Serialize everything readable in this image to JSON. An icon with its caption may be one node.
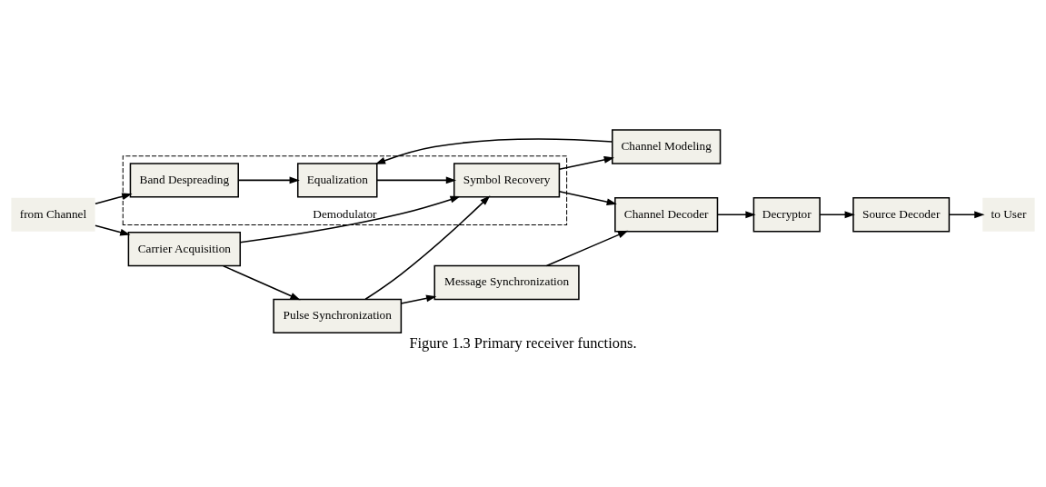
{
  "diagram": {
    "caption": "Figure 1.3 Primary receiver functions.",
    "nodes": [
      {
        "text": [
          "Channel Modeling"
        ]
      },
      {
        "text": [
          "from Channel"
        ]
      },
      {
        "text": [
          "Demodulator"
        ]
      },
      {
        "text": [
          "Band Despreading"
        ],
        "in": 2
      },
      {
        "text": [
          "Equalization"
        ],
        "in": 2
      },
      {
        "text": [
          "Symbol Recovery"
        ],
        "in": 2
      },
      {
        "text": [
          "Channel Decoder"
        ]
      },
      {
        "text": [
          "Decryptor"
        ]
      },
      {
        "text": [
          "Source Decoder"
        ]
      },
      {
        "text": [
          "to User"
        ]
      },
      {
        "text": [
          "Carrier Acquisition"
        ]
      },
      {
        "text": [
          "Pulse Synchronization"
        ]
      },
      {
        "text": [
          "Message Synchronization"
        ]
      }
    ],
    "edges": [
      {
        "from": 1,
        "to": 3,
        "arrow": "to"
      },
      {
        "from": 3,
        "to": 4,
        "arrow": "to"
      },
      {
        "from": 4,
        "to": 5,
        "arrow": "to"
      },
      {
        "from": 5,
        "to": 0,
        "arrow": "to"
      },
      {
        "from": 0,
        "to": 4,
        "arrow": "to"
      },
      {
        "from": 5,
        "to": 6,
        "arrow": "to"
      },
      {
        "from": 6,
        "to": 7,
        "arrow": "to"
      },
      {
        "from": 7,
        "to": 8,
        "arrow": "to"
      },
      {
        "from": 8,
        "to": 9,
        "arrow": "to"
      },
      {
        "from": 1,
        "to": 10,
        "arrow": "to"
      },
      {
        "from": 10,
        "to": 5,
        "arrow": "to"
      },
      {
        "from": 10,
        "to": 11,
        "arrow": "to"
      },
      {
        "from": 11,
        "to": 5,
        "arrow": "to"
      },
      {
        "from": 11,
        "to": 12,
        "arrow": "to"
      },
      {
        "from": 12,
        "to": 6,
        "arrow": "to"
      }
    ]
  }
}
